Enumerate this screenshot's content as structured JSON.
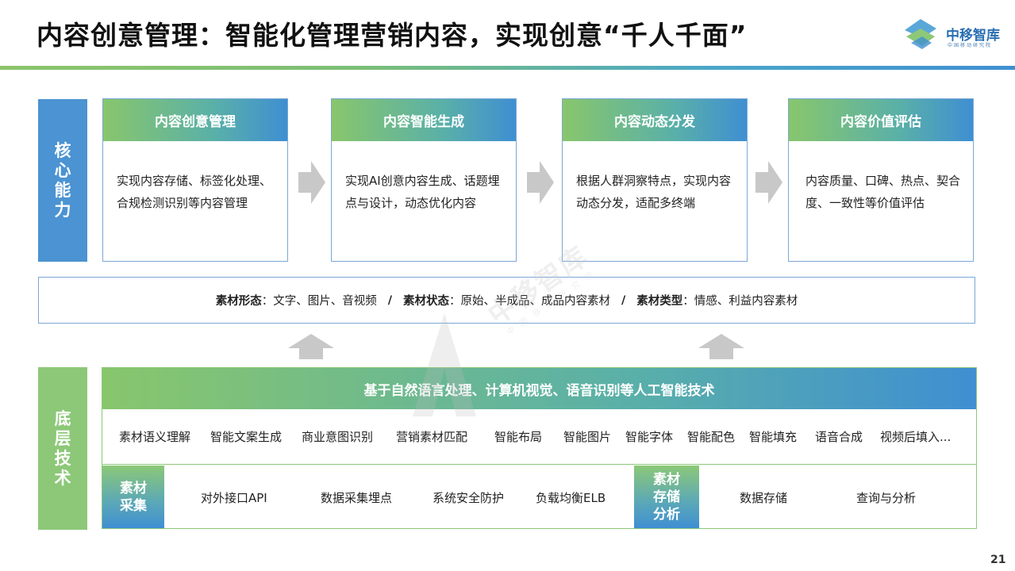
{
  "title": "内容创意管理：智能化管理营销内容，实现创意“千人千面”",
  "logo": {
    "name": "中移智库",
    "sub": "中国移动研究院"
  },
  "side_labels": {
    "core": "核心能力",
    "base": "底层技术"
  },
  "cards": [
    {
      "title": "内容创意管理",
      "body": "实现内容存储、标签化处理、合规检测识别等内容管理"
    },
    {
      "title": "内容智能生成",
      "body": "实现AI创意内容生成、话题埋点与设计，动态优化内容"
    },
    {
      "title": "内容动态分发",
      "body": "根据人群洞察特点，实现内容动态分发，适配多终端"
    },
    {
      "title": "内容价值评估",
      "body": "内容质量、口碑、热点、契合度、一致性等价值评估"
    }
  ],
  "material": {
    "form_label": "素材形态",
    "form_value": "：文字、图片、音视频",
    "state_label": "素材状态",
    "state_value": "：原始、半成品、成品内容素材",
    "type_label": "素材类型",
    "type_value": "：情感、利益内容素材",
    "separator": "/"
  },
  "tech": {
    "header": "基于自然语言处理、计算机视觉、语音识别等人工智能技术",
    "items": [
      "素材语义理解",
      "智能文案生成",
      "商业意图识别",
      "营销素材匹配",
      "智能布局",
      "智能图片",
      "智能字体",
      "智能配色",
      "智能填充",
      "语音合成",
      "视频后填入..."
    ],
    "collect_tag": "素材采集",
    "collect_items": [
      "对外接口API",
      "数据采集埋点",
      "系统安全防护",
      "负载均衡ELB"
    ],
    "store_tag": "素材存储分析",
    "store_items": [
      "数据存储",
      "查询与分析"
    ]
  },
  "watermark": {
    "text": "中移智库",
    "sub": "中国移动研究院"
  },
  "page_number": "21",
  "colors": {
    "blue": "#4b93d2",
    "green": "#8cc878",
    "border": "#7aa7d6",
    "arrow": "#c8c8c8"
  }
}
